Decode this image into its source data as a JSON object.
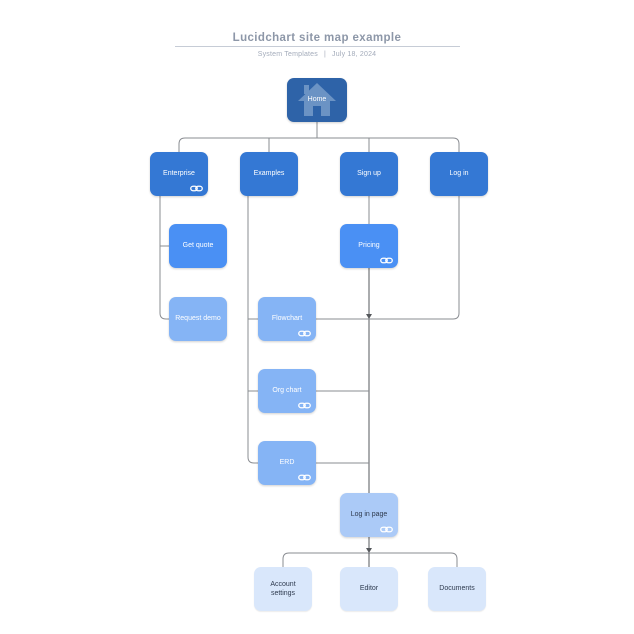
{
  "header": {
    "title": "Lucidchart site map example",
    "subtitle_left": "System Templates",
    "subtitle_separator": "|",
    "subtitle_right": "July 18, 2024"
  },
  "nodes": {
    "home": {
      "label": "Home"
    },
    "enterprise": {
      "label": "Enterprise"
    },
    "examples": {
      "label": "Examples"
    },
    "signup": {
      "label": "Sign up"
    },
    "login": {
      "label": "Log in"
    },
    "getquote": {
      "label": "Get quote"
    },
    "pricing": {
      "label": "Pricing"
    },
    "requestdemo": {
      "label": "Request demo"
    },
    "flowchart": {
      "label": "Flowchart"
    },
    "orgchart": {
      "label": "Org chart"
    },
    "erd": {
      "label": "ERD"
    },
    "loginpage": {
      "label": "Log in page"
    },
    "accountsettings": {
      "label": "Account settings"
    },
    "editor": {
      "label": "Editor"
    },
    "documents": {
      "label": "Documents"
    }
  },
  "icons": {
    "home_node_icon": "house-icon",
    "hyperlink_badge": "link-icon"
  },
  "colors": {
    "node_level1": "#2e63a8",
    "node_level2": "#3478d4",
    "node_level3": "#4a90f4",
    "node_level4": "#85b4f5",
    "node_level5": "#abcaf7",
    "node_level6": "#d9e7fb",
    "node_text_light": "#ffffff",
    "node_text_dark": "#2e3a4e",
    "connector": "#8a8d92",
    "title_text": "#8d97a8"
  }
}
